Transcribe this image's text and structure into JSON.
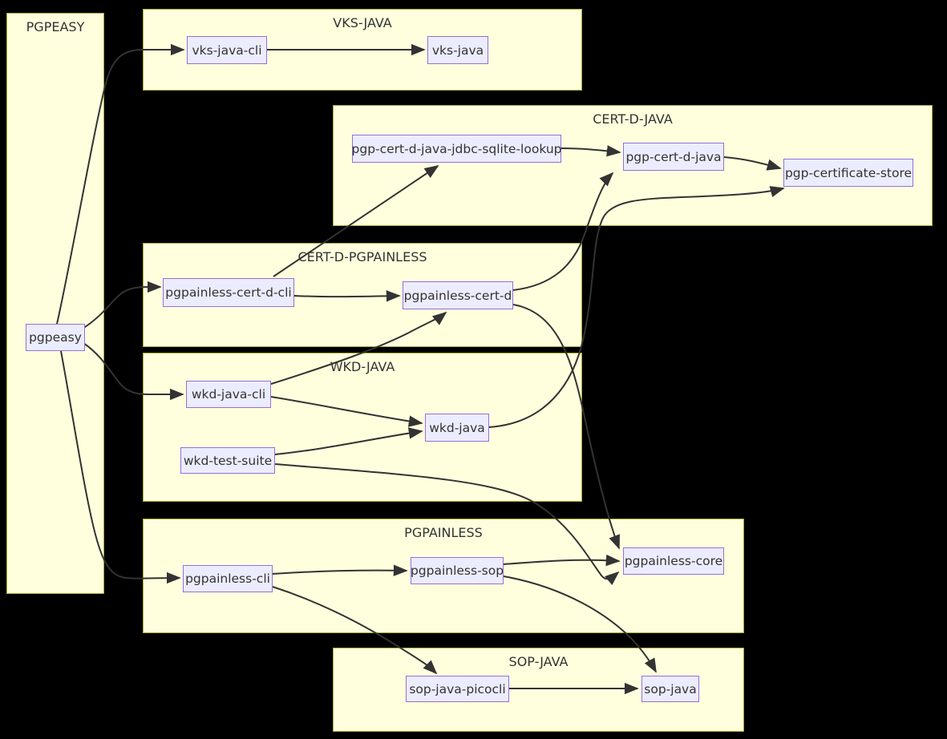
{
  "colors": {
    "background": "#000000",
    "cluster_fill": "#ffffde",
    "cluster_border": "#aaaa33",
    "node_fill": "#ececff",
    "node_border": "#9370db",
    "edge": "#333333",
    "text": "#333333"
  },
  "clusters": [
    {
      "id": "pgpeasy",
      "label": "PGPEASY"
    },
    {
      "id": "vks-java",
      "label": "VKS-JAVA"
    },
    {
      "id": "cert-d-java",
      "label": "CERT-D-JAVA"
    },
    {
      "id": "cert-d-pgpainless",
      "label": "CERT-D-PGPAINLESS"
    },
    {
      "id": "wkd-java",
      "label": "WKD-JAVA"
    },
    {
      "id": "pgpainless",
      "label": "PGPAINLESS"
    },
    {
      "id": "sop-java",
      "label": "SOP-JAVA"
    }
  ],
  "nodes": [
    {
      "id": "pgpeasy",
      "label": "pgpeasy"
    },
    {
      "id": "vks-java-cli",
      "label": "vks-java-cli"
    },
    {
      "id": "vks-java",
      "label": "vks-java"
    },
    {
      "id": "pgp-cert-d-java-jdbc-sqlite-lookup",
      "label": "pgp-cert-d-java-jdbc-sqlite-lookup"
    },
    {
      "id": "pgp-cert-d-java",
      "label": "pgp-cert-d-java"
    },
    {
      "id": "pgp-certificate-store",
      "label": "pgp-certificate-store"
    },
    {
      "id": "pgpainless-cert-d-cli",
      "label": "pgpainless-cert-d-cli"
    },
    {
      "id": "pgpainless-cert-d",
      "label": "pgpainless-cert-d"
    },
    {
      "id": "wkd-java-cli",
      "label": "wkd-java-cli"
    },
    {
      "id": "wkd-java",
      "label": "wkd-java"
    },
    {
      "id": "wkd-test-suite",
      "label": "wkd-test-suite"
    },
    {
      "id": "pgpainless-cli",
      "label": "pgpainless-cli"
    },
    {
      "id": "pgpainless-sop",
      "label": "pgpainless-sop"
    },
    {
      "id": "pgpainless-core",
      "label": "pgpainless-core"
    },
    {
      "id": "sop-java-picocli",
      "label": "sop-java-picocli"
    },
    {
      "id": "sop-java",
      "label": "sop-java"
    }
  ],
  "edges": [
    {
      "from": "pgpeasy",
      "to": "vks-java-cli"
    },
    {
      "from": "pgpeasy",
      "to": "pgpainless-cert-d-cli"
    },
    {
      "from": "pgpeasy",
      "to": "wkd-java-cli"
    },
    {
      "from": "pgpeasy",
      "to": "pgpainless-cli"
    },
    {
      "from": "vks-java-cli",
      "to": "vks-java"
    },
    {
      "from": "pgpainless-cert-d-cli",
      "to": "pgp-cert-d-java-jdbc-sqlite-lookup"
    },
    {
      "from": "pgpainless-cert-d-cli",
      "to": "pgpainless-cert-d"
    },
    {
      "from": "pgp-cert-d-java-jdbc-sqlite-lookup",
      "to": "pgp-cert-d-java"
    },
    {
      "from": "pgp-cert-d-java",
      "to": "pgp-certificate-store"
    },
    {
      "from": "pgpainless-cert-d",
      "to": "pgp-cert-d-java"
    },
    {
      "from": "pgpainless-cert-d",
      "to": "pgpainless-core"
    },
    {
      "from": "wkd-java-cli",
      "to": "wkd-java"
    },
    {
      "from": "wkd-java-cli",
      "to": "pgpainless-cert-d"
    },
    {
      "from": "wkd-test-suite",
      "to": "wkd-java"
    },
    {
      "from": "wkd-test-suite",
      "to": "pgpainless-core"
    },
    {
      "from": "wkd-java",
      "to": "pgp-certificate-store"
    },
    {
      "from": "pgpainless-cli",
      "to": "pgpainless-sop"
    },
    {
      "from": "pgpainless-cli",
      "to": "sop-java-picocli"
    },
    {
      "from": "pgpainless-sop",
      "to": "pgpainless-core"
    },
    {
      "from": "pgpainless-sop",
      "to": "sop-java"
    },
    {
      "from": "sop-java-picocli",
      "to": "sop-java"
    }
  ]
}
